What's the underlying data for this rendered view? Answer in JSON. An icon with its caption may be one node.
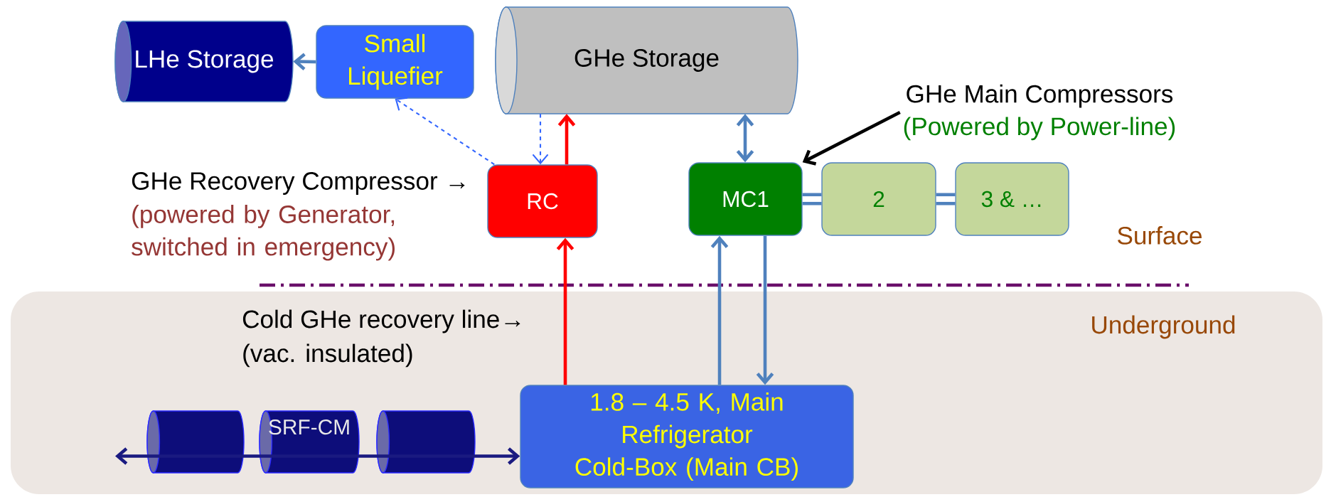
{
  "diagram": {
    "nodes": [
      {
        "text": [
          "LHe Storage"
        ]
      },
      {
        "text": [
          "Small Liquefier"
        ]
      },
      {
        "text": [
          "GHe Storage"
        ]
      },
      {
        "text": [
          "RC"
        ]
      },
      {
        "text": [
          "MC1"
        ]
      },
      {
        "text": [
          "2"
        ]
      },
      {
        "text": [
          "3 & …"
        ]
      },
      {
        "text": [
          "Underground"
        ]
      },
      {
        "text": [],
        "shape": "cylinder",
        "in": 7
      },
      {
        "text": [
          "SRF-CM"
        ],
        "in": 7
      },
      {
        "text": [],
        "shape": "cylinder",
        "in": 7
      },
      {
        "text": [
          "1.8 – 4.5 K, Main Refrigerator Cold-Box (Main CB)"
        ],
        "in": 7
      },
      {
        "text": [
          "GHe Main Compressors",
          "(Powered by Power-line)"
        ]
      }
    ],
    "edges": [
      {
        "from": 1,
        "to": 0,
        "arrow": "to"
      },
      {
        "from": 3,
        "to": 1,
        "arrow": "to",
        "style": "dashed",
        "color": "#3366ff"
      },
      {
        "from": 2,
        "to": 3,
        "arrow": "to",
        "style": "dashed",
        "color": "#3366ff"
      },
      {
        "from": 3,
        "to": 2,
        "arrow": "to",
        "color": "#ff0000"
      },
      {
        "from": 11,
        "to": 3,
        "arrow": "to",
        "color": "#ff0000"
      },
      {
        "from": 2,
        "to": 4,
        "arrow": "both"
      },
      {
        "from": 11,
        "to": 4,
        "arrow": "to"
      },
      {
        "from": 4,
        "to": 11,
        "arrow": "to"
      },
      {
        "from": 4,
        "to": 5,
        "arrow": "none",
        "style": "thick"
      },
      {
        "from": 5,
        "to": 6,
        "arrow": "none",
        "style": "thick"
      },
      {
        "from": 12,
        "to": 4,
        "arrow": "to",
        "color": "#000000"
      },
      {
        "from": null,
        "to": 11,
        "arrow": "both",
        "color": "#1a1a80"
      }
    ],
    "labels": [
      "GHe Recovery Compressor →",
      "(powered by Generator, switched in emergency)",
      "Surface",
      "Cold GHe recovery line→",
      "(vac. insulated)"
    ]
  }
}
